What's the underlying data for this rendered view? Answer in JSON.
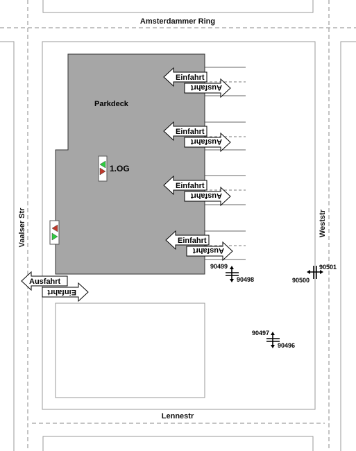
{
  "streets": {
    "top": "Amsterdammer Ring",
    "bottom": "Lennestr",
    "left": "Vaalser Str",
    "right": "Weststr"
  },
  "building": {
    "name": "Parkdeck",
    "level": "1.OG"
  },
  "ramps": {
    "entry": "Einfahrt",
    "exit": "Ausfahrt"
  },
  "sensors": {
    "s90499": "90499",
    "s90498": "90498",
    "s90501": "90501",
    "s90500": "90500",
    "s90497": "90497",
    "s90496": "90496"
  },
  "colors": {
    "building_fill": "#a6a6a6",
    "signal_green": "#2ecc40",
    "signal_red": "#c0392b"
  }
}
